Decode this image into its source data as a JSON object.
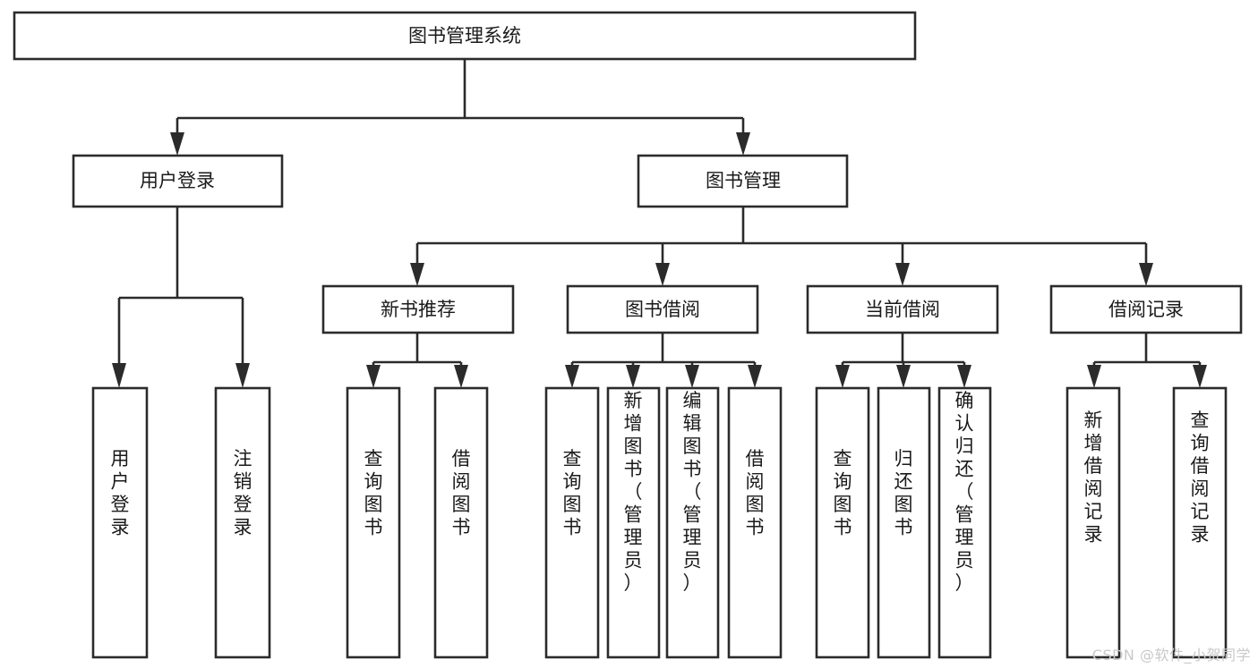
{
  "diagram": {
    "type": "tree-hierarchy",
    "title": "图书管理系统",
    "watermark": "CSDN @软件_小贺同学",
    "colors": {
      "background": "#ffffff",
      "stroke": "#2b2b2b",
      "fill": "#ffffff",
      "text": "#1a1a1a",
      "watermark": "#c9c9c9"
    },
    "levels": [
      {
        "level": 0,
        "nodes": [
          {
            "id": "root",
            "label": "图书管理系统",
            "orientation": "horizontal"
          }
        ]
      },
      {
        "level": 1,
        "nodes": [
          {
            "id": "login",
            "label": "用户登录",
            "orientation": "horizontal",
            "parent": "root"
          },
          {
            "id": "bookmgmt",
            "label": "图书管理",
            "orientation": "horizontal",
            "parent": "root"
          }
        ]
      },
      {
        "level": 2,
        "nodes": [
          {
            "id": "newbook",
            "label": "新书推荐",
            "orientation": "horizontal",
            "parent": "bookmgmt"
          },
          {
            "id": "borrow",
            "label": "图书借阅",
            "orientation": "horizontal",
            "parent": "bookmgmt"
          },
          {
            "id": "current",
            "label": "当前借阅",
            "orientation": "horizontal",
            "parent": "bookmgmt"
          },
          {
            "id": "record",
            "label": "借阅记录",
            "orientation": "horizontal",
            "parent": "bookmgmt"
          }
        ]
      },
      {
        "level": 3,
        "nodes": [
          {
            "id": "leaf1",
            "label": "用户登录",
            "orientation": "vertical",
            "parent": "login"
          },
          {
            "id": "leaf2",
            "label": "注销登录",
            "orientation": "vertical",
            "parent": "login"
          },
          {
            "id": "leaf3",
            "label": "查询图书",
            "orientation": "vertical",
            "parent": "newbook"
          },
          {
            "id": "leaf4",
            "label": "借阅图书",
            "orientation": "vertical",
            "parent": "newbook"
          },
          {
            "id": "leaf5",
            "label": "查询图书",
            "orientation": "vertical",
            "parent": "borrow"
          },
          {
            "id": "leaf6",
            "label": "新增图书（管理员）",
            "orientation": "vertical",
            "parent": "borrow"
          },
          {
            "id": "leaf7",
            "label": "编辑图书（管理员）",
            "orientation": "vertical",
            "parent": "borrow"
          },
          {
            "id": "leaf8",
            "label": "借阅图书",
            "orientation": "vertical",
            "parent": "borrow"
          },
          {
            "id": "leaf9",
            "label": "查询图书",
            "orientation": "vertical",
            "parent": "current"
          },
          {
            "id": "leaf10",
            "label": "归还图书",
            "orientation": "vertical",
            "parent": "current"
          },
          {
            "id": "leaf11",
            "label": "确认归还（管理员）",
            "orientation": "vertical",
            "parent": "current"
          },
          {
            "id": "leaf12",
            "label": "新增借阅记录",
            "orientation": "vertical",
            "parent": "record"
          },
          {
            "id": "leaf13",
            "label": "查询借阅记录",
            "orientation": "vertical",
            "parent": "record"
          }
        ]
      }
    ]
  }
}
